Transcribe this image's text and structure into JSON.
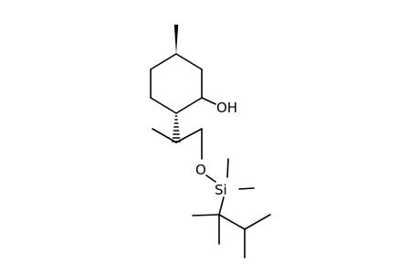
{
  "molecule": {
    "atoms": {
      "hydroxyl": "OH",
      "ether_oxygen": "O",
      "silicon": "Si"
    }
  }
}
